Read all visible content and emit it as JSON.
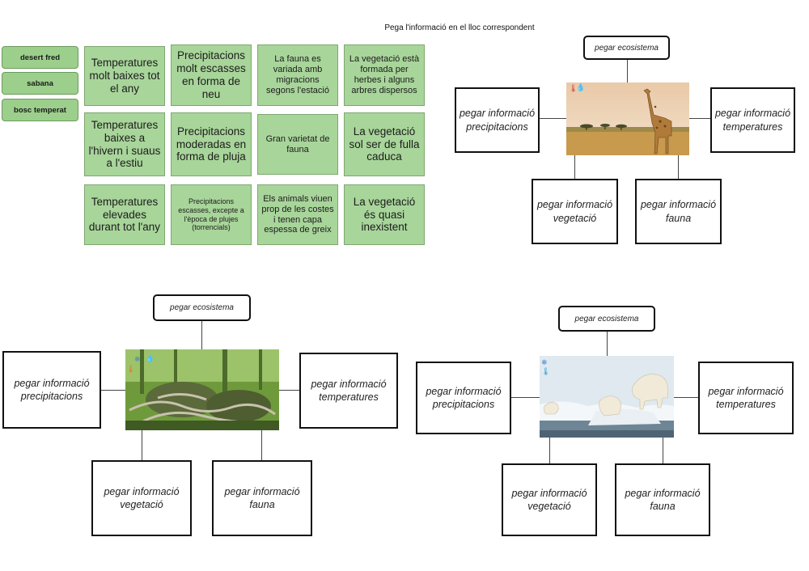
{
  "instruction": "Pega l'informació en el lloc correspondent",
  "ecosystems": [
    "desert fred",
    "sabana",
    "bosc temperat"
  ],
  "cards": [
    {
      "text": "Temperatures molt baixes tot el any"
    },
    {
      "text": "Precipitacions molt escasses en forma de neu"
    },
    {
      "text": "La fauna es variada amb migracions segons l'estació"
    },
    {
      "text": "La vegetació està formada per herbes i alguns arbres dispersos"
    },
    {
      "text": "Temperatures baixes a l'hivern i suaus a l'estiu"
    },
    {
      "text": "Precipitacions moderadas en forma de pluja"
    },
    {
      "text": "Gran varietat de fauna"
    },
    {
      "text": "La vegetació sol ser de fulla caduca"
    },
    {
      "text": "Temperatures elevades durant tot l'any"
    },
    {
      "text": "Precipitacions escasses, excepte a l'època de plujes (torrencials)"
    },
    {
      "text": "Els animals viuen prop de les costes i tenen capa espessa de greix"
    },
    {
      "text": "La vegetació és quasi inexistent"
    }
  ],
  "maps": [
    {
      "ecosystem": "pegar ecosistema",
      "precip": "pegar informació precipitacions",
      "temp": "pegar informació temperatures",
      "veg": "pegar informació vegetació",
      "fauna": "pegar informació fauna",
      "photo": "savanna-giraffe"
    },
    {
      "ecosystem": "pegar ecosistema",
      "precip": "pegar informació precipitacions",
      "temp": "pegar informació temperatures",
      "veg": "pegar informació vegetació",
      "fauna": "pegar informació fauna",
      "photo": "temperate-forest"
    },
    {
      "ecosystem": "pegar ecosistema",
      "precip": "pegar informació precipitacions",
      "temp": "pegar informació temperatures",
      "veg": "pegar informació vegetació",
      "fauna": "pegar informació fauna",
      "photo": "polar-bears-ice"
    }
  ]
}
